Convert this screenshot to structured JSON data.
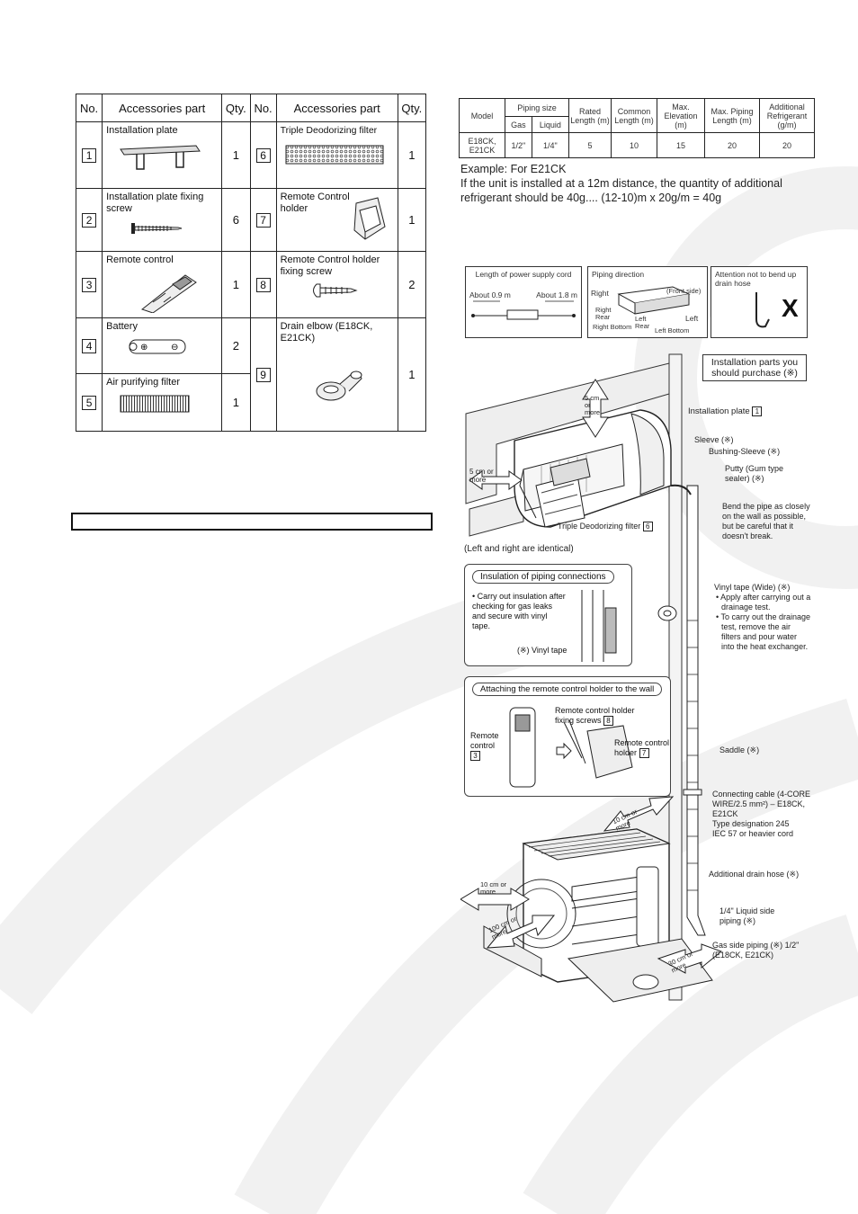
{
  "accessories": {
    "headers": [
      "No.",
      "Accessories part",
      "Qty.",
      "No.",
      "Accessories part",
      "Qty."
    ],
    "left": [
      {
        "no": "1",
        "name": "Installation plate",
        "qty": "1",
        "icon": "installation-plate-icon"
      },
      {
        "no": "2",
        "name": "Installation plate fixing screw",
        "qty": "6",
        "icon": "screw-icon"
      },
      {
        "no": "3",
        "name": "Remote control",
        "qty": "1",
        "icon": "remote-control-icon"
      },
      {
        "no": "4",
        "name": "Battery",
        "qty": "2",
        "icon": "battery-icon"
      },
      {
        "no": "5",
        "name": "Air purifying filter",
        "qty": "1",
        "icon": "air-filter-icon"
      }
    ],
    "right": [
      {
        "no": "6",
        "name": "Triple Deodorizing filter",
        "qty": "1",
        "icon": "deodorizing-filter-icon"
      },
      {
        "no": "7",
        "name": "Remote Control holder",
        "qty": "1",
        "icon": "remote-holder-icon"
      },
      {
        "no": "8",
        "name": "Remote Control holder fixing screw",
        "qty": "2",
        "icon": "screw-icon"
      },
      {
        "no": "9",
        "name": "Drain elbow (E18CK, E21CK)",
        "qty": "1",
        "icon": "drain-elbow-icon"
      }
    ]
  },
  "piping": {
    "h_model": "Model",
    "h_piping_size": "Piping size",
    "h_gas": "Gas",
    "h_liquid": "Liquid",
    "h_rated": "Rated Length (m)",
    "h_common": "Common Length (m)",
    "h_max_elev": "Max. Elevation (m)",
    "h_max_pipe": "Max. Piping Length (m)",
    "h_add_ref": "Additional Refrigerant (g/m)",
    "row": {
      "model": "E18CK, E21CK",
      "gas": "1/2\"",
      "liquid": "1/4\"",
      "rated": "5",
      "common": "10",
      "max_elev": "15",
      "max_pipe": "20",
      "add_ref": "20"
    }
  },
  "example": {
    "line1": "Example: For E21CK",
    "line2": "If the unit is installed at a 12m distance, the quantity of additional",
    "line3": "refrigerant should be 40g.... (12-10)m x 20g/m = 40g"
  },
  "diagram": {
    "power_cord_title": "Length of power supply cord",
    "about_09": "About 0.9 m",
    "about_18": "About 1.8 m",
    "piping_dir_title": "Piping direction",
    "dir_right": "Right",
    "dir_front": "(Front side)",
    "dir_right_rear": "Right Rear",
    "dir_right_bottom": "Right Bottom",
    "dir_left_rear": "Left Rear",
    "dir_left": "Left",
    "dir_left_bottom": "Left Bottom",
    "attention": "Attention not to bend up drain hose",
    "x_mark": "X",
    "purchase": "Installation parts you should purchase (※)",
    "inst_plate": "Installation plate",
    "inst_plate_no": "1",
    "sleeve": "Sleeve (※)",
    "bushing": "Bushing-Sleeve (※)",
    "putty": "Putty (Gum type sealer) (※)",
    "bend": "Bend the pipe as closely on the wall as possible, but be careful that it doesn't break.",
    "five_cm_top": "5 cm or more",
    "five_cm_left": "5 cm or more",
    "triple_filter": "Triple Deodorizing filter",
    "triple_filter_no": "6",
    "lr_identical": "(Left and right are identical)",
    "insul_title": "Insulation of piping connections",
    "insul_text": "Carry out insulation after checking for gas leaks and secure with vinyl tape.",
    "insul_vinyl": "(※) Vinyl tape",
    "vinyl_wide": "Vinyl tape (Wide) (※)",
    "vinyl_b1": "Apply after carrying out a drainage test.",
    "vinyl_b2": "To carry out the drainage test, remove the air filters and pour water into the heat exchanger.",
    "attach_title": "Attaching the remote control holder to the wall",
    "rc_screws": "Remote control holder fixing screws",
    "rc_screws_no": "8",
    "rc_label": "Remote control",
    "rc_no": "3",
    "rc_holder": "Remote control holder",
    "rc_holder_no": "7",
    "saddle": "Saddle (※)",
    "cable1": "Connecting cable (4-CORE WIRE/2.5 mm²) – E18CK, E21CK",
    "cable2": "Type designation 245 IEC 57 or heavier cord",
    "add_drain": "Additional drain hose (※)",
    "liquid_pipe": "1/4\" Liquid side piping (※)",
    "gas_pipe": "Gas side piping (※) 1/2\" (E18CK, E21CK)",
    "cm10a": "10 cm or more",
    "cm10b": "10 cm or more",
    "cm100": "100 cm or more",
    "cm30": "30 cm or more"
  }
}
